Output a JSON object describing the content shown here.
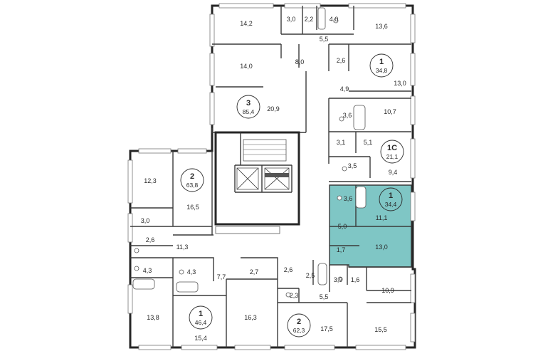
{
  "apartments": [
    {
      "id": "apt-top-right",
      "number": "1",
      "area": "34,8",
      "highlighted": false
    },
    {
      "id": "apt-top-left",
      "number": "3",
      "area": "85,4",
      "highlighted": false
    },
    {
      "id": "apt-studio",
      "number": "1С",
      "area": "21,1",
      "highlighted": false
    },
    {
      "id": "apt-left",
      "number": "2",
      "area": "63,8",
      "highlighted": false
    },
    {
      "id": "apt-selected",
      "number": "1",
      "area": "34,4",
      "highlighted": true
    },
    {
      "id": "apt-bottom-left",
      "number": "1",
      "area": "46,4",
      "highlighted": false
    },
    {
      "id": "apt-bottom-center",
      "number": "2",
      "area": "62,3",
      "highlighted": false
    }
  ],
  "rooms": [
    "14,2",
    "3,0",
    "2,2",
    "4,0",
    "13,6",
    "5,5",
    "14,0",
    "8,0",
    "2,6",
    "13,0",
    "4,9",
    "20,9",
    "3,6",
    "10,7",
    "3,1",
    "5,1",
    "9,4",
    "3,5",
    "12,3",
    "16,5",
    "3,6",
    "11,1",
    "3,0",
    "5,0",
    "2,6",
    "13,0",
    "11,3",
    "1,7",
    "4,3",
    "4,3",
    "7,7",
    "2,7",
    "2,6",
    "2,5",
    "3,9",
    "1,6",
    "10,9",
    "2,3",
    "5,5",
    "13,8",
    "16,3",
    "15,4",
    "17,5",
    "15,5"
  ],
  "colors": {
    "highlight": "#7fc6c5",
    "walls": "#3a3a3a"
  }
}
